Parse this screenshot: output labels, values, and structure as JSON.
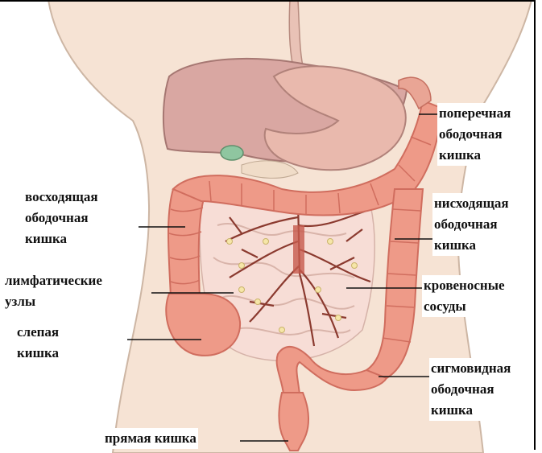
{
  "labels": {
    "transverse_colon": "поперечная\nободочная\nкишка",
    "ascending_colon": "восходящая\nободочная\nкишка",
    "descending_colon": "нисходящая\nободочная\nкишка",
    "lymph_nodes": "лимфатические\nузлы",
    "blood_vessels": "кровеносные\nсосуды",
    "cecum": "слепая\nкишка",
    "sigmoid_colon": "сигмовидная\nободочная\nкишка",
    "rectum": "прямая кишка"
  },
  "colors": {
    "skin": "#f6e3d4",
    "skin_outline": "#cdb6a4",
    "liver": "#d9a7a2",
    "stomach": "#e9b9ad",
    "colon": "#ee9a88",
    "colon_dark": "#d06d5e",
    "small_intestine": "#f7ddd6",
    "vessel": "#8b3a2f",
    "node": "#f6e6a8",
    "gallbladder": "#8fc6a0"
  }
}
